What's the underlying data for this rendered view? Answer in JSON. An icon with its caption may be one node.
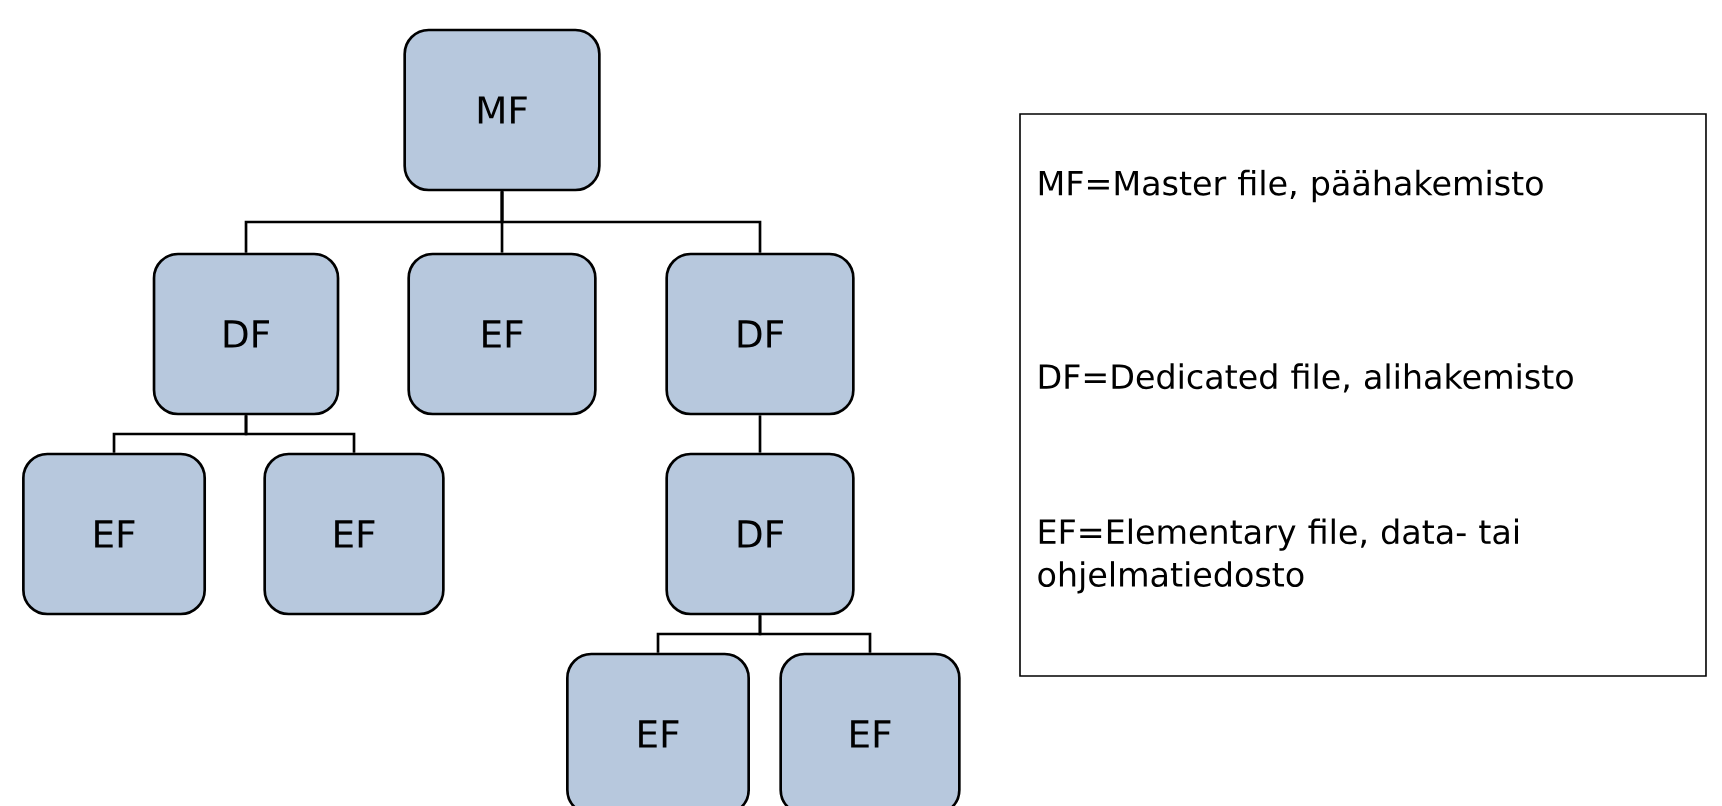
{
  "diagram": {
    "nodes": [
      {
        "text": [
          "MF"
        ]
      },
      {
        "text": [
          "DF"
        ]
      },
      {
        "text": [
          "EF"
        ]
      },
      {
        "text": [
          "DF"
        ]
      },
      {
        "text": [
          "EF"
        ]
      },
      {
        "text": [
          "EF"
        ]
      },
      {
        "text": [
          "DF"
        ]
      },
      {
        "text": [
          "EF"
        ]
      },
      {
        "text": [
          "EF"
        ]
      },
      {
        "text": [
          "MF=Master file, päähakemisto",
          "DF=Dedicated file, alihakemisto",
          "EF=Elementary file, data- tai ohjelmatiedosto"
        ]
      }
    ],
    "edges": [
      {
        "from": 0,
        "to": 1,
        "arrow": "none"
      },
      {
        "from": 0,
        "to": 2,
        "arrow": "none"
      },
      {
        "from": 0,
        "to": 3,
        "arrow": "none"
      },
      {
        "from": 1,
        "to": 4,
        "arrow": "none"
      },
      {
        "from": 1,
        "to": 5,
        "arrow": "none"
      },
      {
        "from": 3,
        "to": 6,
        "arrow": "none"
      },
      {
        "from": 6,
        "to": 7,
        "arrow": "none"
      },
      {
        "from": 6,
        "to": 8,
        "arrow": "none"
      }
    ]
  }
}
